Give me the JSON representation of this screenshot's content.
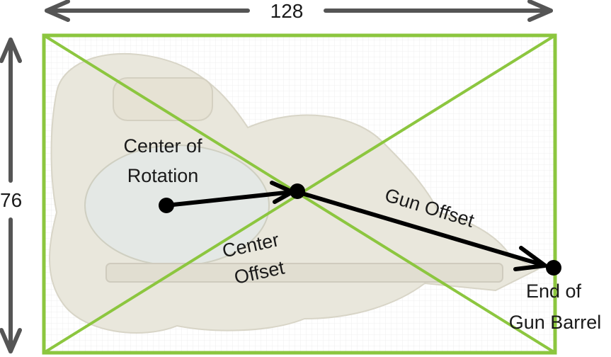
{
  "dimensions": {
    "width_label": "128",
    "height_label": "76"
  },
  "labels": {
    "center_of_rotation_line1": "Center of",
    "center_of_rotation_line2": "Rotation",
    "center_offset_line1": "Center",
    "center_offset_line2": "Offset",
    "gun_offset": "Gun Offset",
    "end_of_barrel_line1": "End of",
    "end_of_barrel_line2": "Gun Barrel"
  },
  "colors": {
    "frame": "#8cc63f",
    "arrow": "#000000",
    "dimension_arrow": "#555555",
    "sprite_fill": "#e6e3d6",
    "grid": "#e2e2e2"
  }
}
